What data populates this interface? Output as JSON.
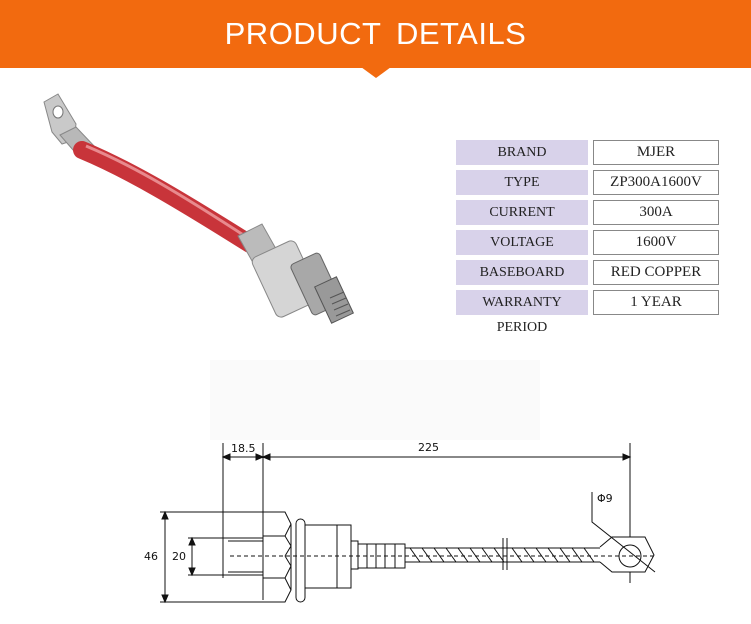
{
  "header": {
    "title": "PRODUCT  DETAILS"
  },
  "specs": [
    {
      "label": "BRAND",
      "value": "MJER"
    },
    {
      "label": "TYPE",
      "value": "ZP300A1600V"
    },
    {
      "label": "CURRENT",
      "value": "300A"
    },
    {
      "label": "VOLTAGE",
      "value": "1600V"
    },
    {
      "label": "BASEBOARD",
      "value": "RED COPPER"
    },
    {
      "label": "WARRANTY PERIOD",
      "value": "1 YEAR"
    }
  ],
  "drawing": {
    "dim_thread": "18.5",
    "dim_length": "225",
    "dim_height": "46",
    "dim_thread_dia": "20",
    "dim_hole": "Φ9"
  },
  "colors": {
    "accent": "#f26a0f",
    "label_bg": "#d8d2ea",
    "cable": "#c8343a"
  }
}
